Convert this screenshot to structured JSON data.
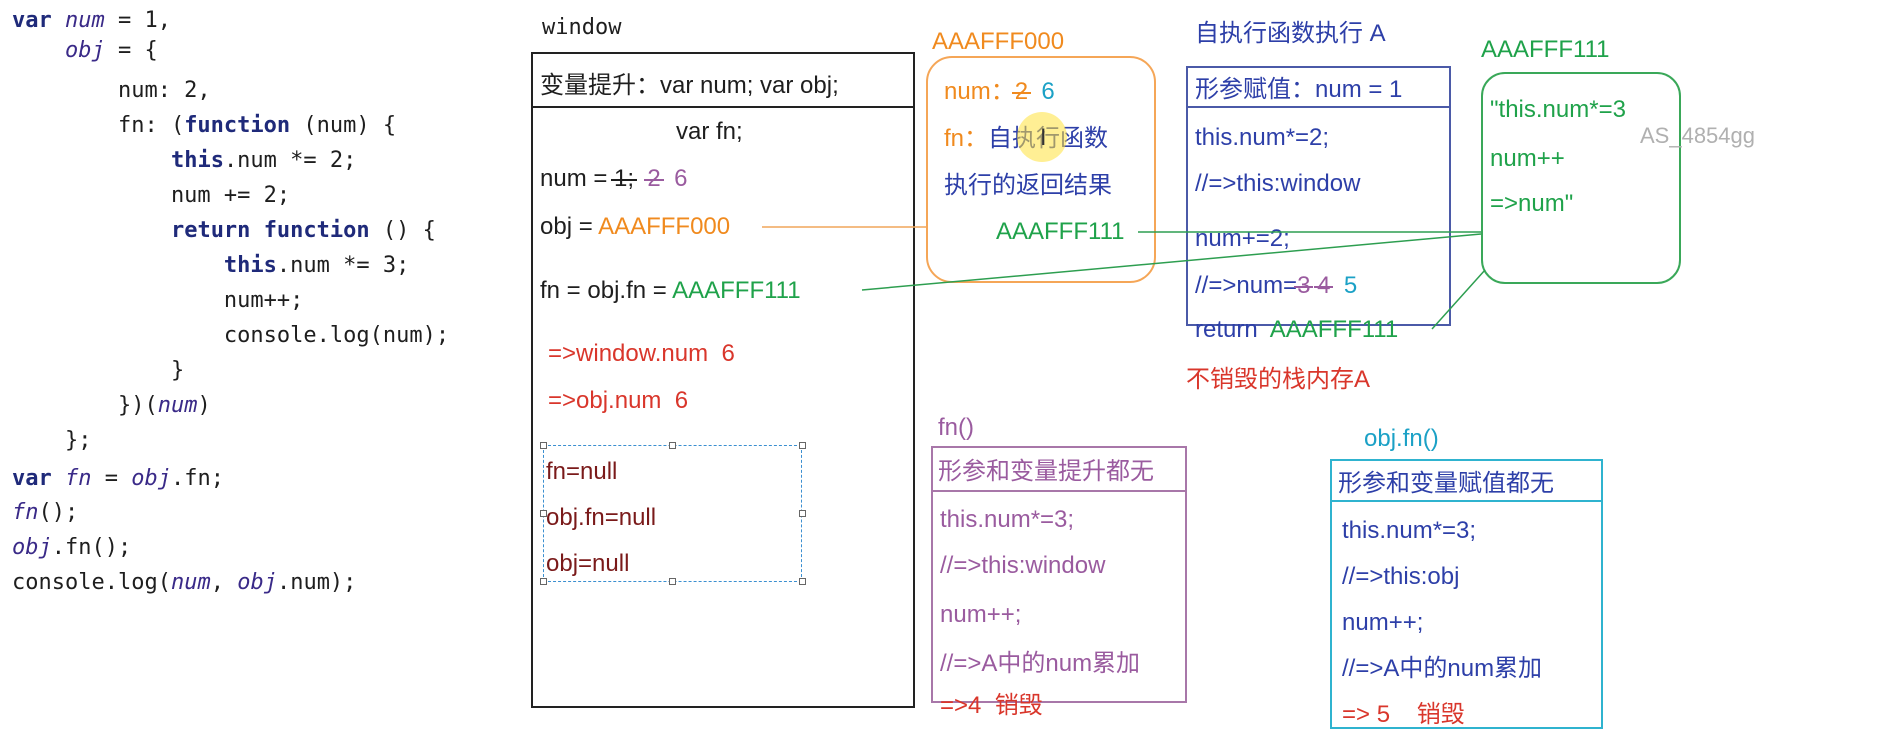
{
  "colors": {
    "black": "#1e1e1e",
    "orange": "#f08a1e",
    "green": "#1fa24a",
    "blue": "#2d3fa8",
    "red": "#d9362b",
    "purple": "#9a5b9f",
    "cyan": "#1ba1c6",
    "darkred": "#7a1a1a"
  },
  "code": {
    "lines": [
      "var num = 1,",
      "    obj = {",
      "        num: 2,",
      "        fn: (function (num) {",
      "            this.num *= 2;",
      "            num += 2;",
      "            return function () {",
      "                this.num *= 3;",
      "                num++;",
      "                console.log(num);",
      "            }",
      "        })(num)",
      "    };",
      "var fn = obj.fn;",
      "fn();",
      "obj.fn();",
      "console.log(num, obj.num);"
    ]
  },
  "window": {
    "label": "window",
    "hoist": "变量提升：var num; var obj;",
    "hoist_fn": "var fn;",
    "num_prefix": "num = ",
    "num_v1": "1;",
    "num_v2": "2",
    "num_v3": "6",
    "obj_prefix": "obj = ",
    "obj_addr": "AAAFFF000",
    "fn_prefix": "fn = obj.fn = ",
    "fn_addr": "AAAFFF111",
    "res1": "=>window.num  6",
    "res2": "=>obj.num  6",
    "null1": "fn=null",
    "null2": "obj.fn=null",
    "null3": "obj=null"
  },
  "heap000": {
    "addr": "AAAFFF000",
    "num_prefix": "num：",
    "num_old": "2",
    "num_new": "6",
    "fn_prefix": "fn：",
    "fn_text1": "自执行函数",
    "fn_text2": "执行的返回结果",
    "fn_addr": "AAAFFF111"
  },
  "stackA": {
    "title": "自执行函数执行 A",
    "header": "形参赋值：num = 1",
    "l1": "this.num*=2;",
    "l2": "//=>this:window",
    "l3": "num+=2;",
    "l4_prefix": "//=>num=",
    "l4_v1": "3",
    "l4_v2": "4",
    "l4_v3": "5",
    "ret_prefix": "return  ",
    "ret_addr": "AAAFFF111",
    "note": "不销毁的栈内存A"
  },
  "heap111": {
    "addr": "AAAFFF111",
    "l1": "\"this.num*=3",
    "l2": "num++",
    "l3": "=>num\""
  },
  "fnCall": {
    "title": "fn()",
    "header": "形参和变量提升都无",
    "l1": "this.num*=3;",
    "l2": "//=>this:window",
    "l3": "num++;",
    "l4": "//=>A中的num累加",
    "l5": "=>4  销毁"
  },
  "objFnCall": {
    "title": "obj.fn()",
    "header": "形参和变量赋值都无",
    "l1": "this.num*=3;",
    "l2": "//=>this:obj",
    "l3": "num++;",
    "l4": "//=>A中的num累加",
    "l5": "=> 5    销毁"
  },
  "watermark": "AS_4854gg"
}
